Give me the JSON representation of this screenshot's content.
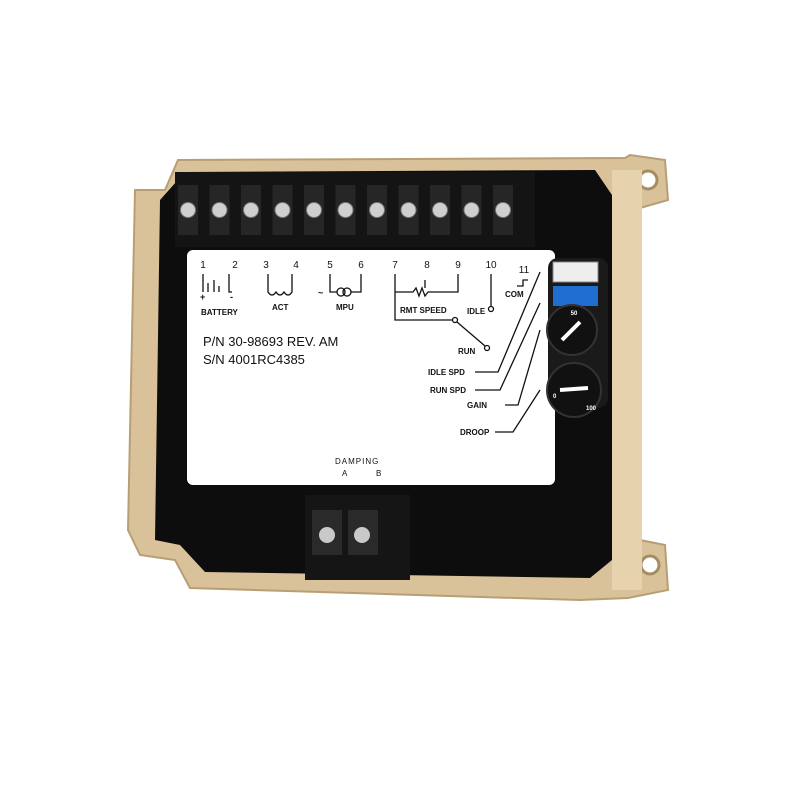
{
  "terminals": {
    "numbers": [
      "1",
      "2",
      "3",
      "4",
      "5",
      "6",
      "7",
      "8",
      "9",
      "10",
      "11"
    ],
    "battery": "BATTERY",
    "plus": "+",
    "minus": "-",
    "act": "ACT",
    "mpu": "MPU",
    "tilde": "~",
    "rmt_speed": "RMT SPEED",
    "idle": "IDLE",
    "com": "COM",
    "run": "RUN"
  },
  "part": {
    "pn": "P/N  30-98693  REV. AM",
    "sn": "S/N  4001RC4385"
  },
  "adjustments": {
    "idle_spd": "IDLE SPD",
    "run_spd": "RUN SPD",
    "gain": "GAIN",
    "droop": "DROOP"
  },
  "damping": {
    "title": "DAMPING",
    "a": "A",
    "b": "B"
  },
  "dial_marks": {
    "low": "0",
    "mid": "50",
    "high": "100"
  },
  "colors": {
    "housing": "#d9c29a",
    "panel": "#0d0d0d",
    "label": "#ffffff",
    "trimpot": "#1f6fd0"
  }
}
